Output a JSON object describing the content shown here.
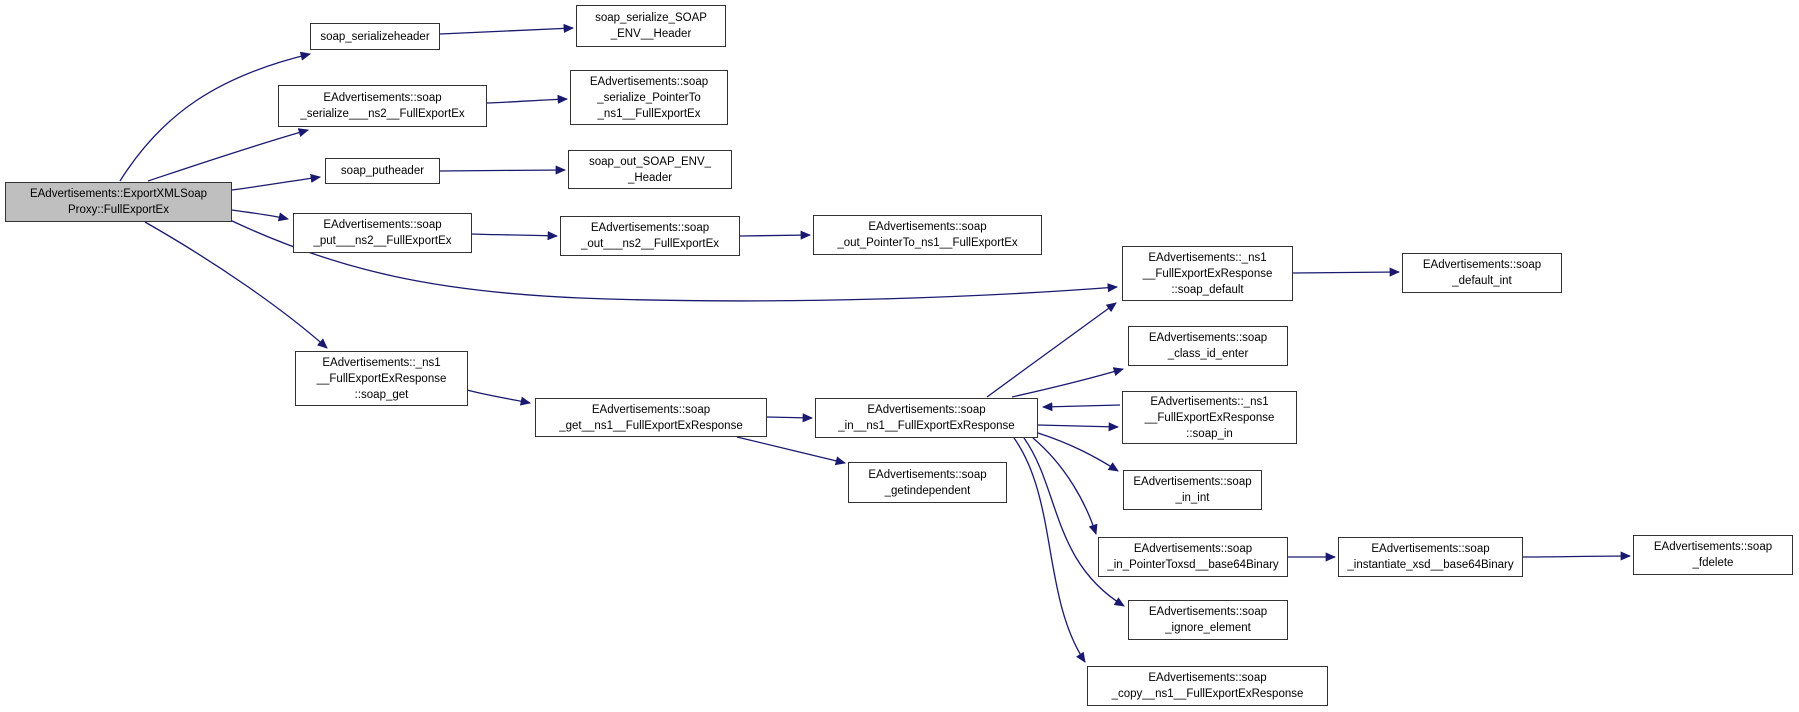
{
  "diagram": {
    "type": "doxygen-call-graph",
    "colors": {
      "edge": "#191970",
      "node_border": "#333333",
      "node_fill": "#ffffff",
      "root_fill": "#bfbfbf",
      "text": "#000000",
      "background": "#ffffff"
    },
    "nodes": {
      "full_export_ex": {
        "label": "EAdvertisements::ExportXMLSoapProxy::FullExportEx",
        "lines": [
          "EAdvertisements::ExportXMLSoap",
          "Proxy::FullExportEx"
        ]
      },
      "soap_serializeheader": {
        "label": "soap_serializeheader",
        "lines": [
          "soap_serializeheader"
        ]
      },
      "soap_serialize_ns2": {
        "label": "EAdvertisements::soap_serialize___ns2__FullExportEx",
        "lines": [
          "EAdvertisements::soap",
          "_serialize___ns2__FullExportEx"
        ]
      },
      "soap_putheader": {
        "label": "soap_putheader",
        "lines": [
          "soap_putheader"
        ]
      },
      "soap_put_ns2": {
        "label": "EAdvertisements::soap_put___ns2__FullExportEx",
        "lines": [
          "EAdvertisements::soap",
          "_put___ns2__FullExportEx"
        ]
      },
      "ns1_resp_soap_get": {
        "label": "EAdvertisements::_ns1__FullExportExResponse::soap_get",
        "lines": [
          "EAdvertisements::_ns1",
          "__FullExportExResponse",
          "::soap_get"
        ]
      },
      "soap_serialize_soap_env_header": {
        "label": "soap_serialize_SOAP_ENV__Header",
        "lines": [
          "soap_serialize_SOAP",
          "_ENV__Header"
        ]
      },
      "soap_serialize_pointer_to_ns1": {
        "label": "EAdvertisements::soap_serialize_PointerTo_ns1__FullExportEx",
        "lines": [
          "EAdvertisements::soap",
          "_serialize_PointerTo",
          "_ns1__FullExportEx"
        ]
      },
      "soap_out_soap_env_header": {
        "label": "soap_out_SOAP_ENV__Header",
        "lines": [
          "soap_out_SOAP_ENV_",
          "_Header"
        ]
      },
      "soap_out_ns2": {
        "label": "EAdvertisements::soap_out___ns2__FullExportEx",
        "lines": [
          "EAdvertisements::soap",
          "_out___ns2__FullExportEx"
        ]
      },
      "soap_out_pointer_to_ns1": {
        "label": "EAdvertisements::soap_out_PointerTo_ns1__FullExportEx",
        "lines": [
          "EAdvertisements::soap",
          "_out_PointerTo_ns1__FullExportEx"
        ]
      },
      "soap_get_ns1_resp": {
        "label": "EAdvertisements::soap_get__ns1__FullExportExResponse",
        "lines": [
          "EAdvertisements::soap",
          "_get__ns1__FullExportExResponse"
        ]
      },
      "soap_in_ns1_resp": {
        "label": "EAdvertisements::soap_in__ns1__FullExportExResponse",
        "lines": [
          "EAdvertisements::soap",
          "_in__ns1__FullExportExResponse"
        ]
      },
      "soap_getindependent": {
        "label": "EAdvertisements::soap_getindependent",
        "lines": [
          "EAdvertisements::soap",
          "_getindependent"
        ]
      },
      "ns1_resp_soap_default": {
        "label": "EAdvertisements::_ns1__FullExportExResponse::soap_default",
        "lines": [
          "EAdvertisements::_ns1",
          "__FullExportExResponse",
          "::soap_default"
        ]
      },
      "soap_class_id_enter": {
        "label": "EAdvertisements::soap_class_id_enter",
        "lines": [
          "EAdvertisements::soap",
          "_class_id_enter"
        ]
      },
      "ns1_resp_soap_in": {
        "label": "EAdvertisements::_ns1__FullExportExResponse::soap_in",
        "lines": [
          "EAdvertisements::_ns1",
          "__FullExportExResponse",
          "::soap_in"
        ]
      },
      "soap_in_int": {
        "label": "EAdvertisements::soap_in_int",
        "lines": [
          "EAdvertisements::soap",
          "_in_int"
        ]
      },
      "soap_in_ptr_xsd_base64": {
        "label": "EAdvertisements::soap_in_PointerToxsd__base64Binary",
        "lines": [
          "EAdvertisements::soap",
          "_in_PointerToxsd__base64Binary"
        ]
      },
      "soap_ignore_element": {
        "label": "EAdvertisements::soap_ignore_element",
        "lines": [
          "EAdvertisements::soap",
          "_ignore_element"
        ]
      },
      "soap_copy_ns1_resp": {
        "label": "EAdvertisements::soap_copy__ns1__FullExportExResponse",
        "lines": [
          "EAdvertisements::soap",
          "_copy__ns1__FullExportExResponse"
        ]
      },
      "soap_default_int": {
        "label": "EAdvertisements::soap_default_int",
        "lines": [
          "EAdvertisements::soap",
          "_default_int"
        ]
      },
      "soap_instantiate_xsd_base64": {
        "label": "EAdvertisements::soap_instantiate_xsd__base64Binary",
        "lines": [
          "EAdvertisements::soap",
          "_instantiate_xsd__base64Binary"
        ]
      },
      "soap_fdelete": {
        "label": "EAdvertisements::soap_fdelete",
        "lines": [
          "EAdvertisements::soap",
          "_fdelete"
        ]
      }
    },
    "edges": [
      {
        "from": "full_export_ex",
        "to": "soap_serializeheader"
      },
      {
        "from": "full_export_ex",
        "to": "soap_serialize_ns2"
      },
      {
        "from": "full_export_ex",
        "to": "soap_putheader"
      },
      {
        "from": "full_export_ex",
        "to": "soap_put_ns2"
      },
      {
        "from": "full_export_ex",
        "to": "ns1_resp_soap_get"
      },
      {
        "from": "full_export_ex",
        "to": "ns1_resp_soap_default"
      },
      {
        "from": "soap_serializeheader",
        "to": "soap_serialize_soap_env_header"
      },
      {
        "from": "soap_serialize_ns2",
        "to": "soap_serialize_pointer_to_ns1"
      },
      {
        "from": "soap_putheader",
        "to": "soap_out_soap_env_header"
      },
      {
        "from": "soap_put_ns2",
        "to": "soap_out_ns2"
      },
      {
        "from": "soap_out_ns2",
        "to": "soap_out_pointer_to_ns1"
      },
      {
        "from": "ns1_resp_soap_get",
        "to": "soap_get_ns1_resp"
      },
      {
        "from": "soap_get_ns1_resp",
        "to": "soap_in_ns1_resp"
      },
      {
        "from": "soap_get_ns1_resp",
        "to": "soap_getindependent"
      },
      {
        "from": "soap_in_ns1_resp",
        "to": "ns1_resp_soap_default"
      },
      {
        "from": "soap_in_ns1_resp",
        "to": "soap_class_id_enter"
      },
      {
        "from": "ns1_resp_soap_in",
        "to": "soap_in_ns1_resp"
      },
      {
        "from": "soap_in_ns1_resp",
        "to": "ns1_resp_soap_in"
      },
      {
        "from": "soap_in_ns1_resp",
        "to": "soap_in_int"
      },
      {
        "from": "soap_in_ns1_resp",
        "to": "soap_in_ptr_xsd_base64"
      },
      {
        "from": "soap_in_ns1_resp",
        "to": "soap_ignore_element"
      },
      {
        "from": "soap_in_ns1_resp",
        "to": "soap_copy_ns1_resp"
      },
      {
        "from": "ns1_resp_soap_default",
        "to": "soap_default_int"
      },
      {
        "from": "soap_in_ptr_xsd_base64",
        "to": "soap_instantiate_xsd_base64"
      },
      {
        "from": "soap_instantiate_xsd_base64",
        "to": "soap_fdelete"
      }
    ]
  }
}
